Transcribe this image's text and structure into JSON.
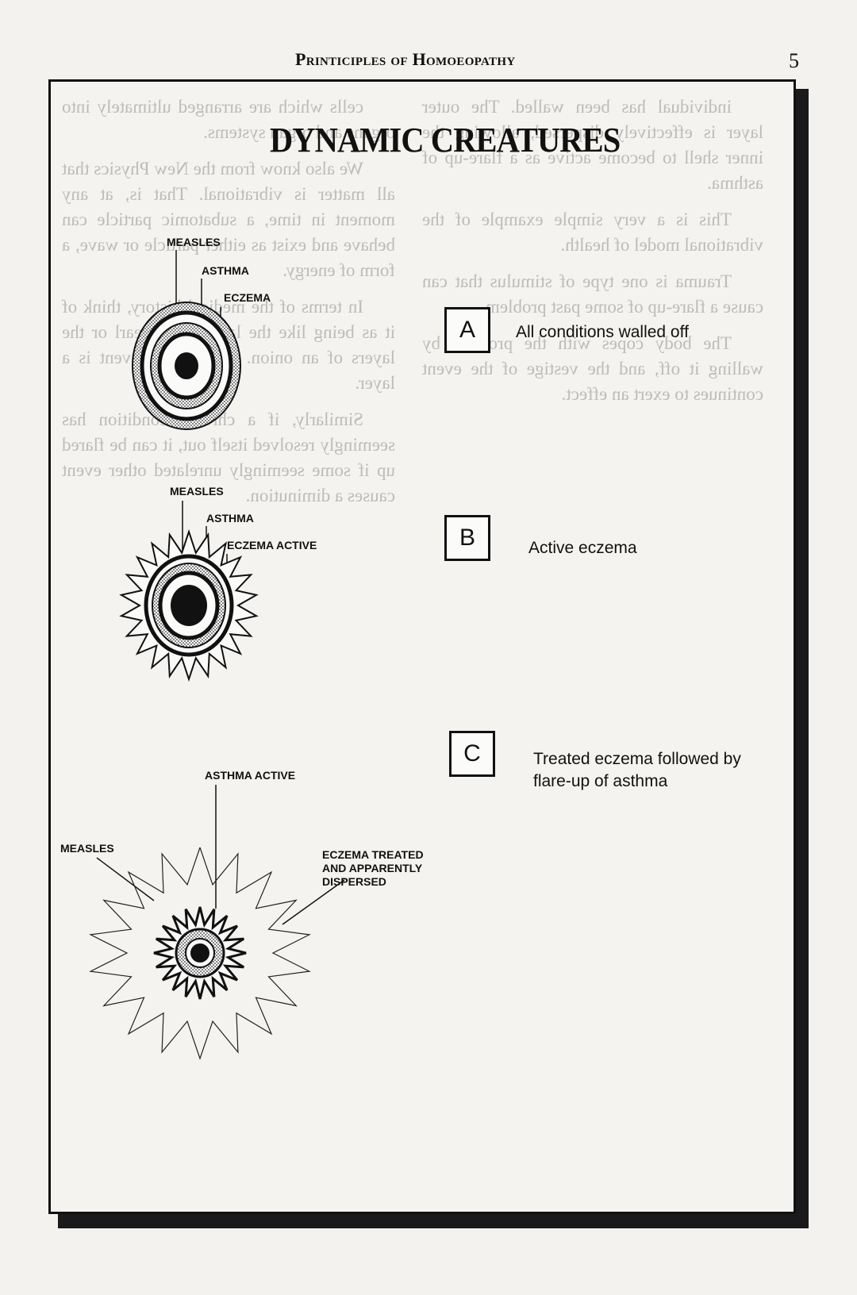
{
  "header": {
    "running_head": "Printiciples of Homoeopathy",
    "page_number": "5"
  },
  "figure": {
    "title": "DYNAMIC CREATURES",
    "diagram_a": {
      "box_letter": "A",
      "caption": "All conditions walled off",
      "labels": {
        "outer": "MEASLES",
        "middle": "ASTHMA",
        "inner": "ECZEMA"
      }
    },
    "diagram_b": {
      "box_letter": "B",
      "caption": "Active eczema",
      "labels": {
        "outer": "MEASLES",
        "middle": "ASTHMA",
        "inner": "ECZEMA ACTIVE"
      }
    },
    "diagram_c": {
      "box_letter": "C",
      "caption_line1": "Treated eczema followed by",
      "caption_line2": "flare-up of asthma",
      "labels": {
        "active": "ASTHMA ACTIVE",
        "outer": "MEASLES",
        "treated_line1": "ECZEMA TREATED",
        "treated_line2": "AND APPARENTLY",
        "treated_line3": "DISPERSED"
      }
    }
  },
  "bleed_through": {
    "left_column": [
      "cells which are arranged ultimately into organs and organ systems.",
      "We also know from the New Physics that all matter is vibrational. That is, at any moment in time, a subatomic particle can behave and exist as either particle or wave, a form of energy.",
      "In terms of the medical history, think of it as being like the layers of a pearl or the layers of an onion. Each health event is a layer.",
      "Similarly, if a chronic condition has seemingly resolved itself out, it can be flared up if some seemingly unrelated other event causes a diminution."
    ],
    "right_column": [
      "individual has been walled. The outer layer is effectively dispersed, allowing the inner shell to become active as a flare-up of asthma.",
      "This is a very simple example of the vibrational model of health.",
      "Trauma is one type of stimulus that can cause a flare-up of some past problem.",
      "The body copes with the problem by walling it off, and the vestige of the event continues to exert an effect."
    ]
  }
}
